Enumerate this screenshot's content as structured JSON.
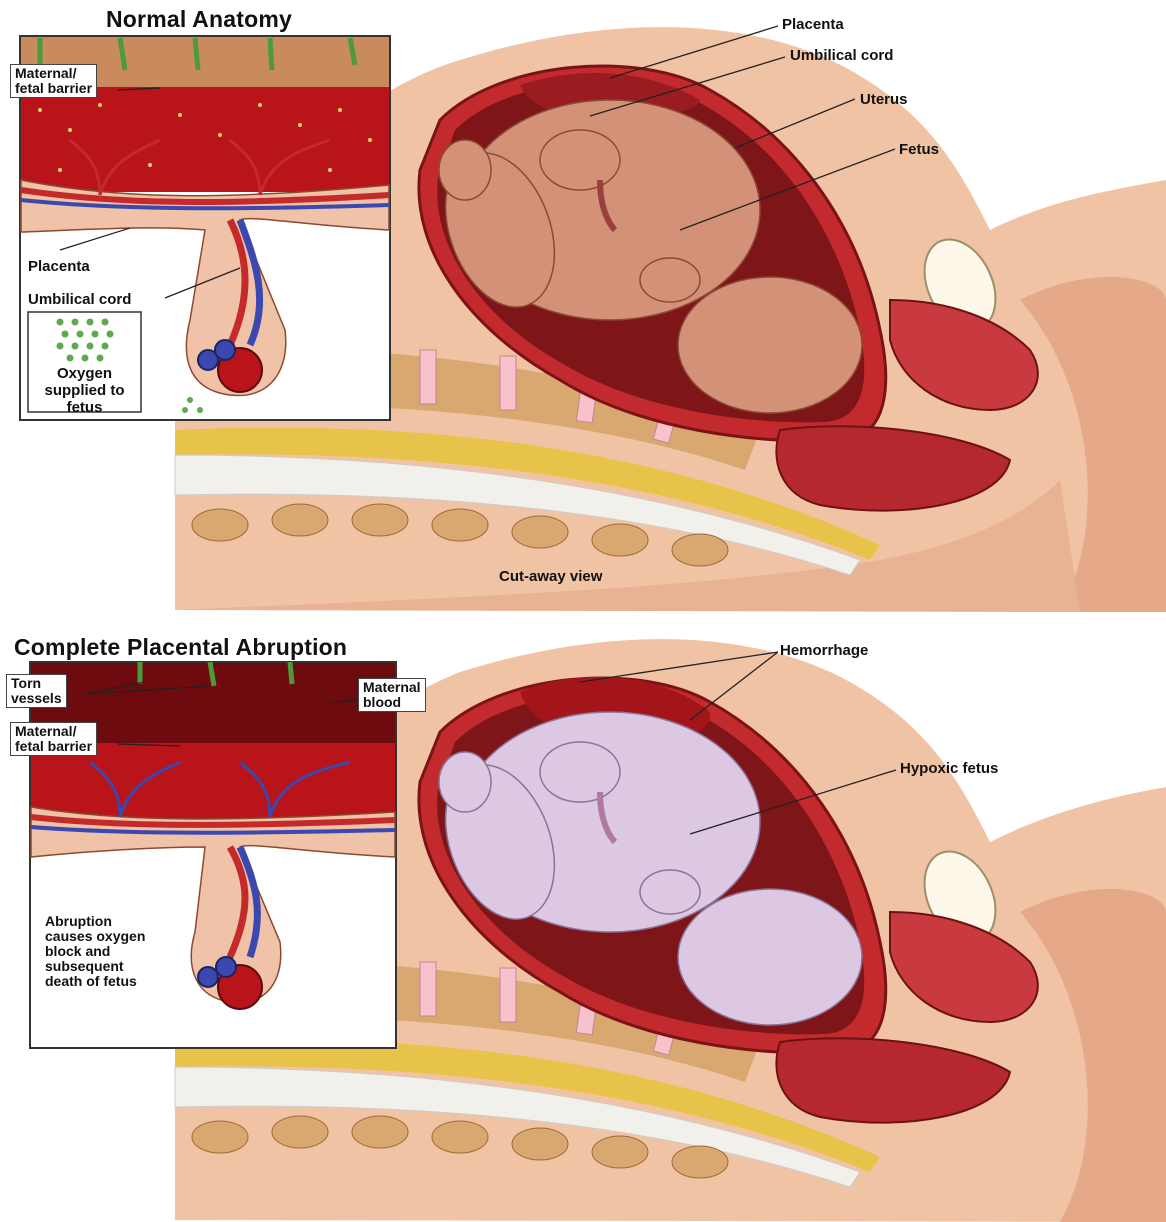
{
  "top": {
    "title": "Normal Anatomy",
    "inset": {
      "barrier_label": "Maternal/\nfetal barrier",
      "placenta_label": "Placenta",
      "cord_label": "Umbilical cord",
      "oxygen_label": "Oxygen\nsupplied to\nfetus"
    },
    "labels": {
      "placenta": "Placenta",
      "cord": "Umbilical cord",
      "uterus": "Uterus",
      "fetus": "Fetus"
    },
    "caption": "Cut-away view"
  },
  "bottom": {
    "title": "Complete Placental Abruption",
    "inset": {
      "torn_label": "Torn\nvessels",
      "blood_label": "Maternal\nblood",
      "barrier_label": "Maternal/\nfetal barrier",
      "abruption_text": "Abruption\ncauses oxygen\nblock and\nsubsequent\ndeath of fetus"
    },
    "labels": {
      "hemorrhage": "Hemorrhage",
      "hypoxic": "Hypoxic fetus"
    }
  },
  "colors": {
    "skin": "#f1c3a5",
    "skin_dark": "#e5a888",
    "blood": "#b3151b",
    "fetus_normal": "#d39277",
    "fetus_hypoxic": "#dcc8e3",
    "artery": "#c42a2a",
    "vein": "#3a48b0",
    "bone": "#d8a870"
  }
}
